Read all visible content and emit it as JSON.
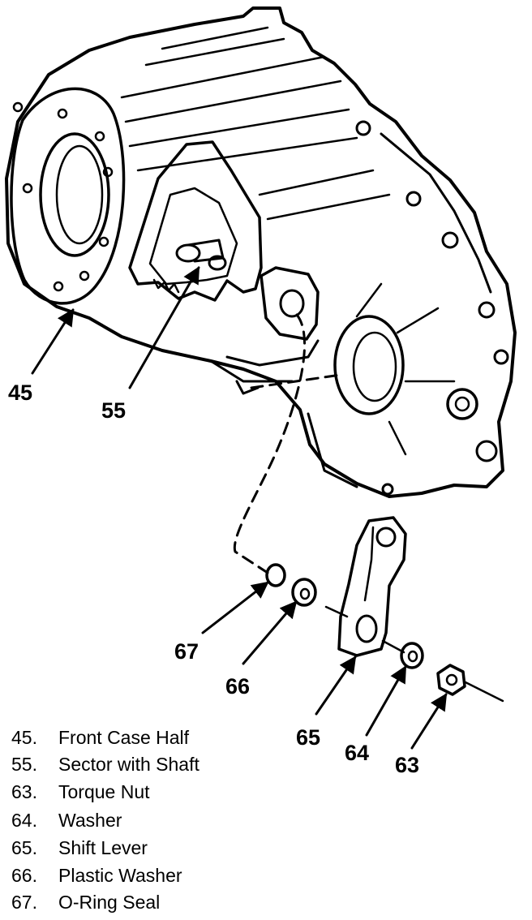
{
  "callouts": {
    "c45": "45",
    "c55": "55",
    "c67": "67",
    "c66": "66",
    "c65": "65",
    "c64": "64",
    "c63": "63"
  },
  "legend": [
    {
      "number": "45.",
      "label": "Front Case Half"
    },
    {
      "number": "55.",
      "label": "Sector with Shaft"
    },
    {
      "number": "63.",
      "label": "Torque Nut"
    },
    {
      "number": "64.",
      "label": "Washer"
    },
    {
      "number": "65.",
      "label": "Shift Lever"
    },
    {
      "number": "66.",
      "label": "Plastic Washer"
    },
    {
      "number": "67.",
      "label": "O-Ring Seal"
    }
  ],
  "colors": {
    "ink": "#000000",
    "paper": "#ffffff"
  }
}
